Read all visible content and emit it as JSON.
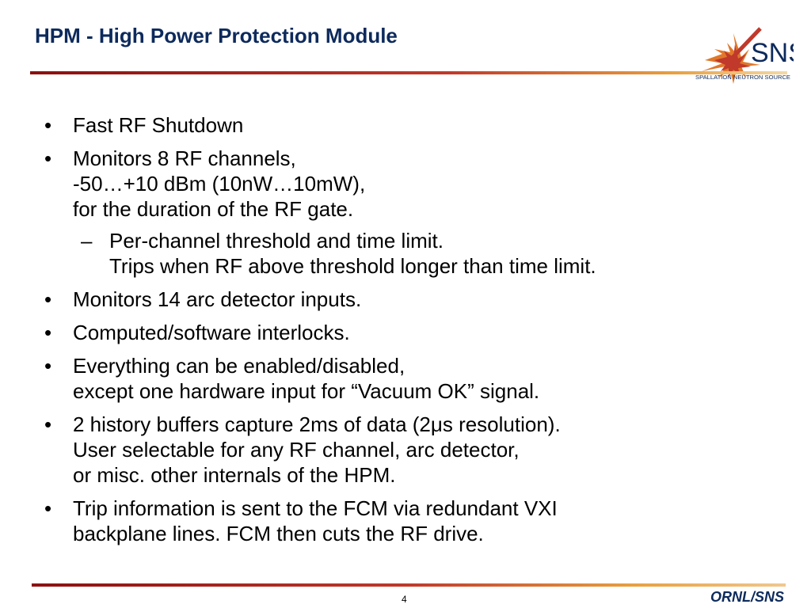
{
  "slide": {
    "title": "HPM - High Power Protection Module",
    "bullets": [
      {
        "lines": [
          "Fast RF Shutdown"
        ]
      },
      {
        "lines": [
          "Monitors 8 RF channels,",
          "-50…+10 dBm (10nW…10mW),",
          "for the duration of the RF gate."
        ],
        "sub": {
          "lines": [
            "Per-channel threshold and time limit.",
            "Trips when RF above threshold longer than time limit."
          ]
        }
      },
      {
        "lines": [
          "Monitors 14 arc detector inputs."
        ]
      },
      {
        "lines": [
          "Computed/software interlocks."
        ]
      },
      {
        "lines": [
          "Everything can be enabled/disabled,",
          "except one hardware input for “Vacuum OK” signal."
        ]
      },
      {
        "lines": [
          "2 history buffers capture 2ms of data (2μs resolution).",
          "User selectable for any RF channel, arc detector,",
          "or misc. other internals of the HPM."
        ]
      },
      {
        "lines": [
          "Trip information is sent to the FCM via redundant VXI",
          "backplane lines. FCM then cuts the RF drive."
        ]
      }
    ],
    "bullet_marker": "•",
    "sub_marker": "–"
  },
  "logo": {
    "name": "SNS",
    "subtitle": "SPALLATION NEUTRON SOURCE"
  },
  "footer": {
    "page_number": "4",
    "organization": "ORNL/SNS"
  },
  "colors": {
    "title": "#0d2a5c",
    "rule_dark": "#8b1010",
    "rule_light": "#e8a040"
  }
}
